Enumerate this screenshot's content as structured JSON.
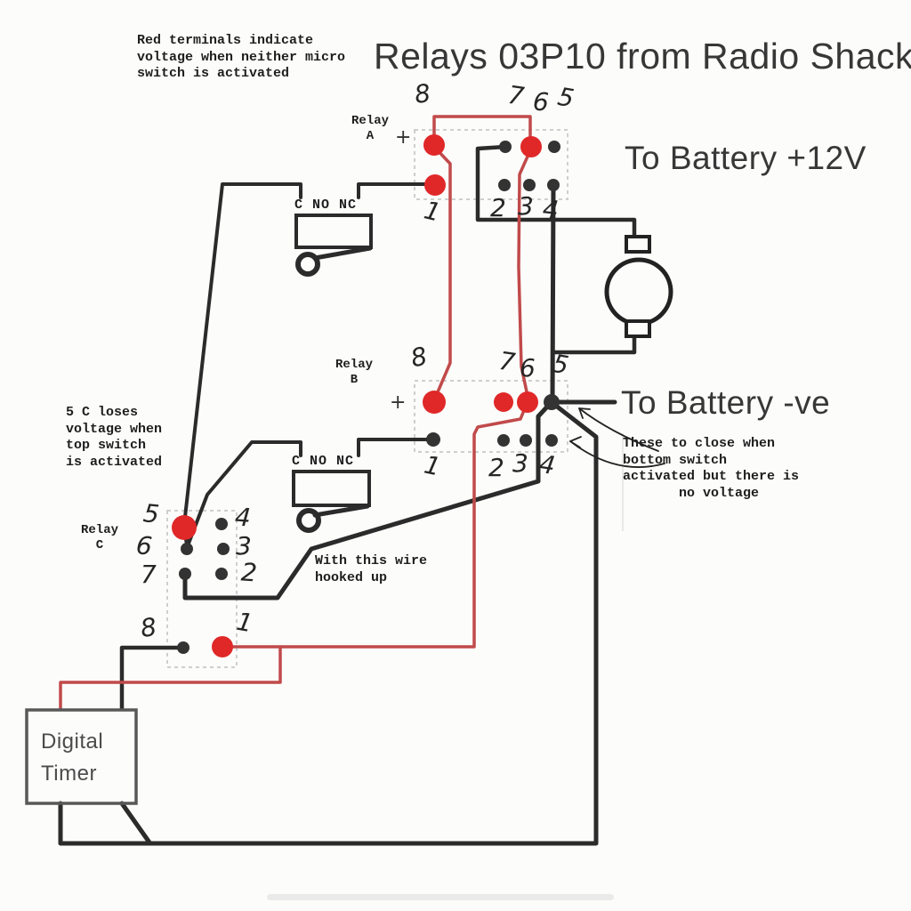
{
  "title": "Relays 03P10 from Radio Shack",
  "labels": {
    "battery_pos": "To Battery +12V",
    "battery_neg": "To Battery -ve",
    "timer": "Digital\nTimer",
    "switch_contacts_top": "C NO NC",
    "switch_contacts_bottom": "C NO NC",
    "plus_a": "+",
    "plus_b": "+"
  },
  "notes": {
    "red_terminals": "Red terminals indicate\nvoltage when neither micro\nswitch is activated",
    "five_c": "5 C loses\nvoltage when\ntop switch\nis activated",
    "these_close": "These to close when\nbottom switch\nactivated but there is\n       no voltage",
    "wire_hooked": "With this wire\nhooked up"
  },
  "relays": {
    "a": {
      "name": "Relay\nA",
      "pins_top": [
        "8",
        "7",
        "6",
        "5"
      ],
      "pins_bottom": [
        "1",
        "2",
        "3",
        "4"
      ]
    },
    "b": {
      "name": "Relay\nB",
      "pins_top": [
        "8",
        "7",
        "6",
        "5"
      ],
      "pins_bottom": [
        "1",
        "2",
        "3",
        "4"
      ]
    },
    "c": {
      "name": "Relay\nC",
      "pins_left": [
        "5",
        "6",
        "7"
      ],
      "pins_right": [
        "4",
        "3",
        "2"
      ],
      "pins_bottom": [
        "8",
        "1"
      ]
    }
  },
  "colors": {
    "wire_black": "#2b2b2b",
    "wire_red": "#c14a4a",
    "terminal_red": "#e02828",
    "paper": "#fcfcfb"
  }
}
